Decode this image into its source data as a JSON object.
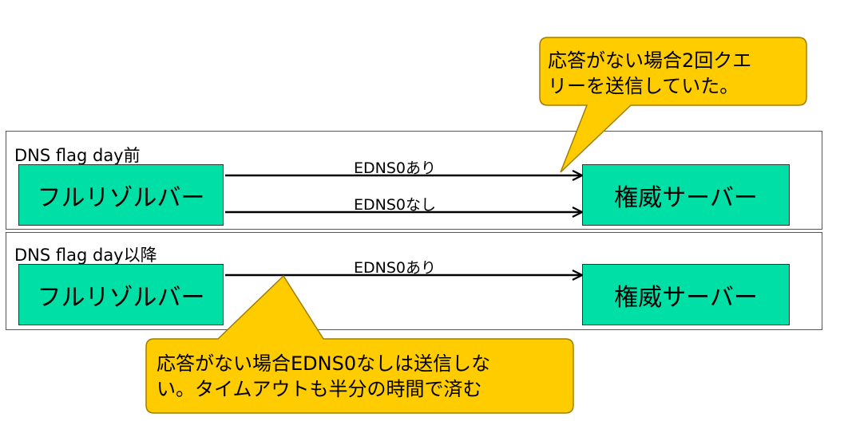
{
  "panels": {
    "before": {
      "title": "DNS flag day前",
      "source_node": "フルリゾルバー",
      "target_node": "権威サーバー",
      "edge_labels": [
        "EDNS0あり",
        "EDNS0なし"
      ]
    },
    "after": {
      "title": "DNS flag day以降",
      "source_node": "フルリゾルバー",
      "target_node": "権威サーバー",
      "edge_labels": [
        "EDNS0あり"
      ]
    }
  },
  "callouts": {
    "top": [
      "応答がない場合2回クエ",
      "リーを送信していた。"
    ],
    "bottom": [
      "応答がない場合EDNS0なしは送信しな",
      "い。タイムアウトも半分の時間で済む"
    ]
  },
  "colors": {
    "node_fill": "#00dfa6",
    "callout_fill": "#ffcc00",
    "callout_border": "#a07d00",
    "arrow": "#000000"
  }
}
